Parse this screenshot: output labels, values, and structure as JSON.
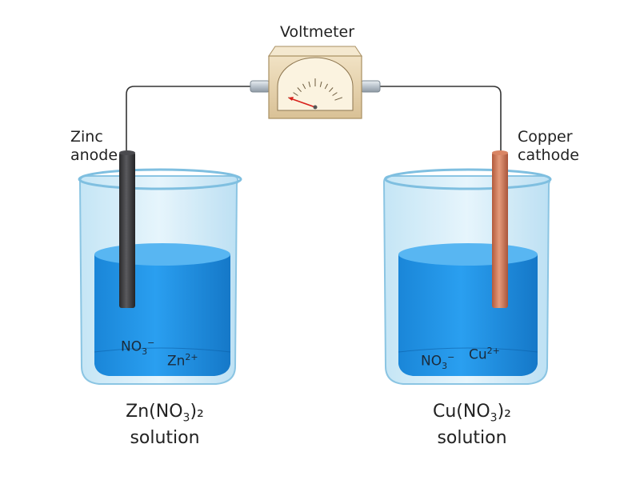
{
  "labels": {
    "voltmeter": "Voltmeter",
    "anode_line1": "Zinc",
    "anode_line2": "anode",
    "cathode_line1": "Copper",
    "cathode_line2": "cathode"
  },
  "left_beaker": {
    "ion1_base": "NO",
    "ion1_sub": "3",
    "ion1_sup": "−",
    "ion2_base": "Zn",
    "ion2_sup": "2+",
    "solution_base": "Zn(NO",
    "solution_sub": "3",
    "solution_end": ")₂",
    "solution_line2": "solution"
  },
  "right_beaker": {
    "ion1_base": "NO",
    "ion1_sub": "3",
    "ion1_sup": "−",
    "ion2_base": "Cu",
    "ion2_sup": "2+",
    "solution_base": "Cu(NO",
    "solution_sub": "3",
    "solution_end": ")₂",
    "solution_line2": "solution"
  },
  "colors": {
    "solution_blue": "#1f8fe0",
    "zinc_electrode": "#3a3a3c",
    "copper_electrode": "#c8704f",
    "voltmeter_body": "#e8d4ad",
    "wire": "#333333"
  }
}
